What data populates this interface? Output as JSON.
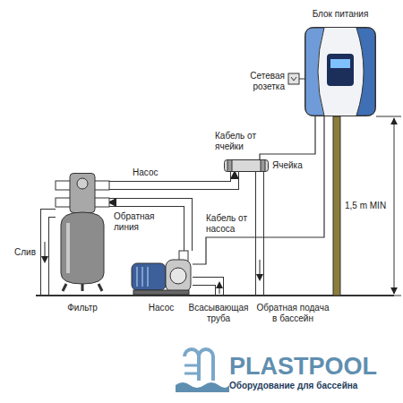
{
  "diagram": {
    "nodes": [
      {
        "text": [
          "Блок питания"
        ]
      },
      {
        "text": [
          "Ячейка"
        ]
      },
      {
        "text": [
          "Фильтр"
        ]
      },
      {
        "text": [
          "Насос"
        ]
      }
    ],
    "edges": [
      {
        "from": 3,
        "to": 2,
        "arrow": "to"
      },
      {
        "from": 2,
        "to": 1,
        "arrow": "to"
      },
      {
        "from": 1,
        "to": 0,
        "arrow": "none",
        "label": "Кабель от ячейки"
      },
      {
        "from": 3,
        "to": 0,
        "arrow": "none",
        "label": "Кабель от насоса"
      }
    ],
    "labels": [
      "Сетевая розетка",
      "Насос",
      "Обратная линия",
      "Слив",
      "Всасывающая труба",
      "Обратная подача в бассейн",
      "1,5 m MIN",
      "PLASTPOOL",
      "Оборудование для бассейна"
    ]
  }
}
